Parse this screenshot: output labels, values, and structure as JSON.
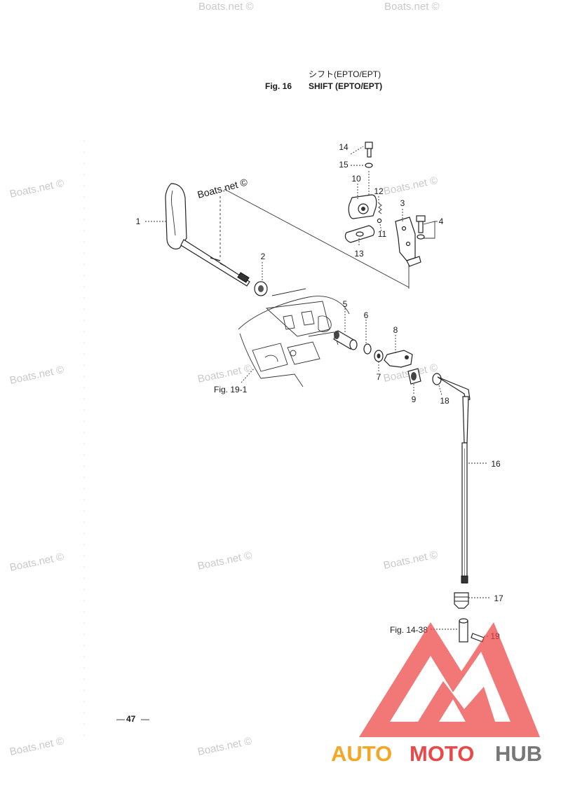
{
  "header": {
    "subtitle_jp": "シフト(EPTO/EPT)",
    "fig_label": "Fig. 16",
    "title": "SHIFT (EPTO/EPT)"
  },
  "callouts": {
    "p1": "1",
    "p2": "2",
    "p3": "3",
    "p4": "4",
    "p5": "5",
    "p6": "6",
    "p7": "7",
    "p8": "8",
    "p9": "9",
    "p10": "10",
    "p11": "11",
    "p12": "12",
    "p13": "13",
    "p14": "14",
    "p15": "15",
    "p16": "16",
    "p17": "17",
    "p18": "18",
    "p19": "19"
  },
  "references": {
    "fig_19_1": "Fig. 19-1",
    "fig_14_38": "Fig. 14-38"
  },
  "page_number": "47",
  "watermark": "Boats.net ©",
  "logo": {
    "part_auto": "AUTO",
    "part_moto": "MOTO",
    "part_hub": "HUB",
    "color_auto": "#f5a623",
    "color_moto": "#e84a4a",
    "color_hub": "#777777",
    "mark_color": "#ee4444"
  }
}
